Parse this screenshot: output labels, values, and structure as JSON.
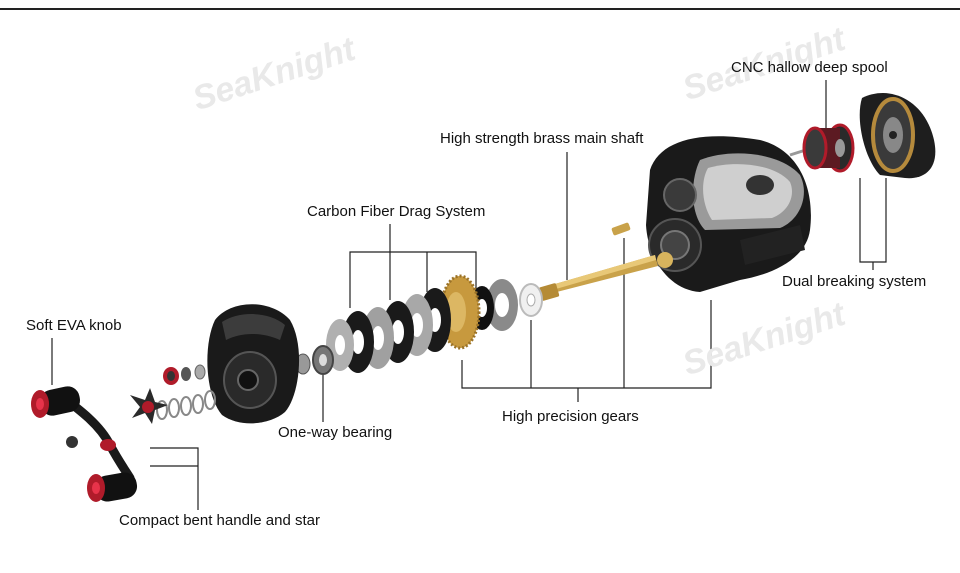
{
  "labels": {
    "spool": "CNC hallow deep spool",
    "shaft": "High strength brass main shaft",
    "drag": "Carbon Fiber Drag System",
    "breaking": "Dual breaking system",
    "knob": "Soft EVA knob",
    "bearing": "One-way bearing",
    "gears": "High precision gears",
    "handle": "Compact bent handle and star"
  },
  "watermark": "SeaKnight"
}
